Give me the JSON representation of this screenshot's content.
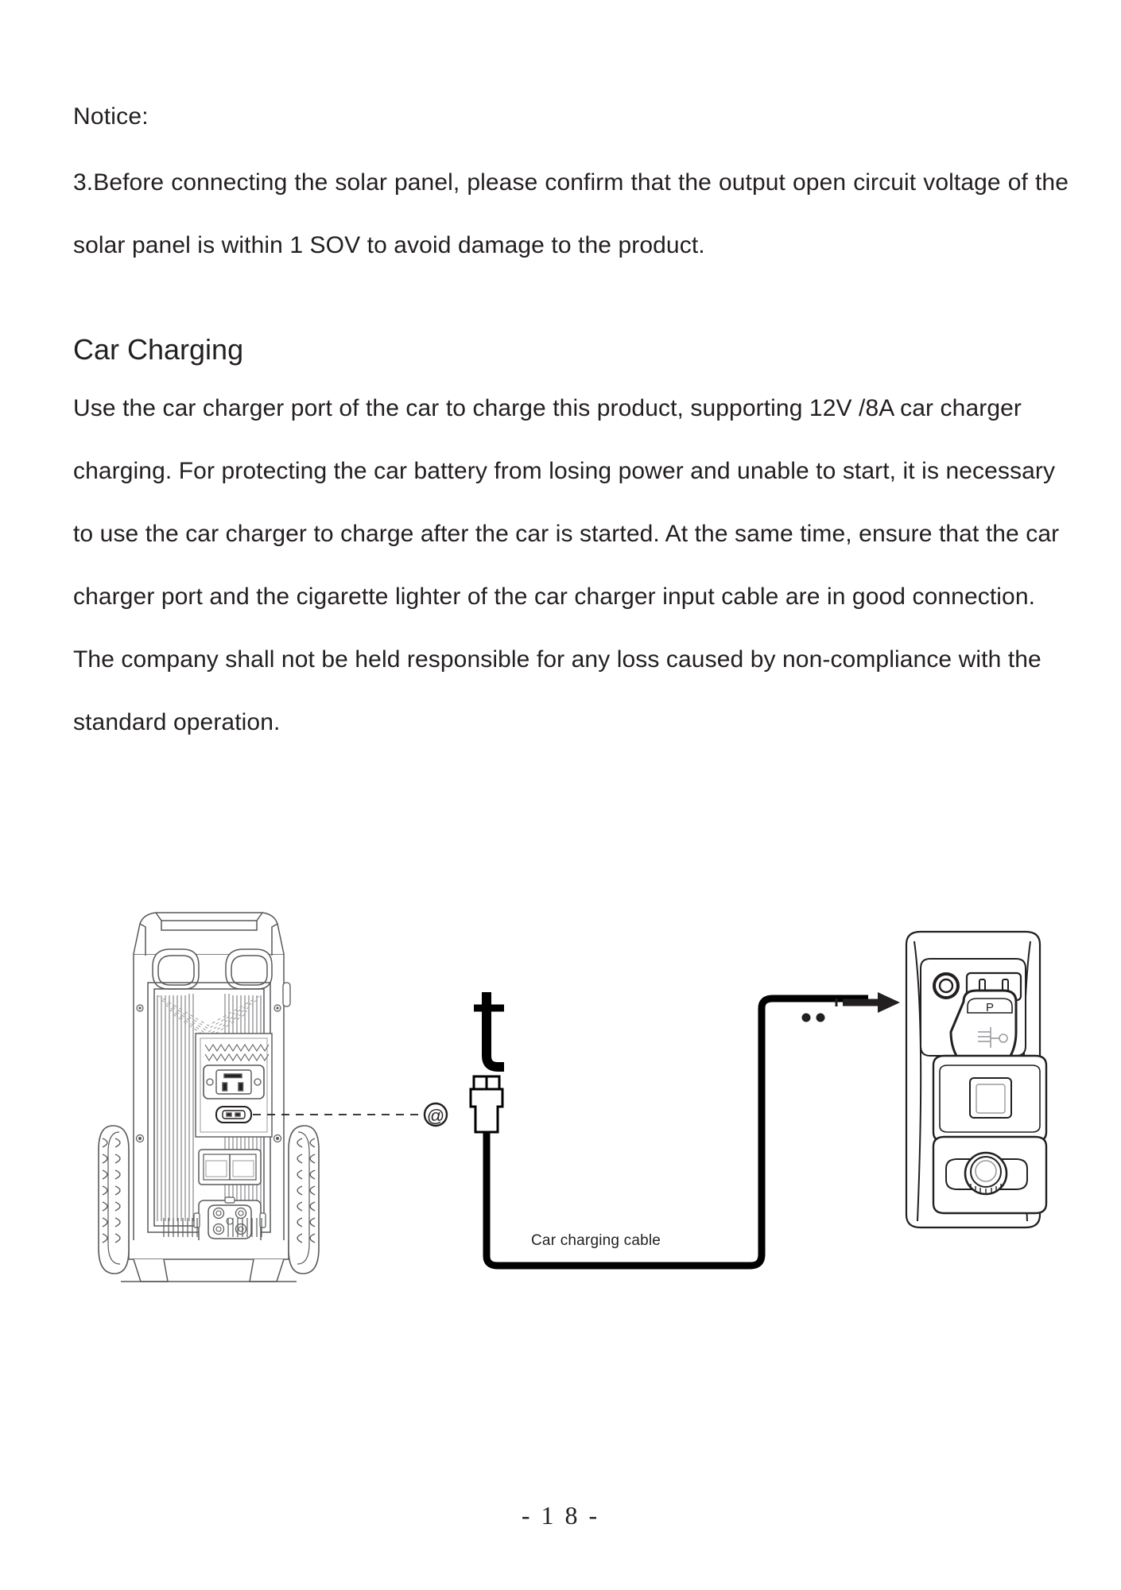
{
  "document": {
    "page_number": "-  1 8   -"
  },
  "notice": {
    "label": "Notice:",
    "item_3": "3.Before connecting the solar panel, please confirm that the output open circuit voltage of the solar panel is within 1 SOV to avoid damage to the product."
  },
  "car_charging": {
    "heading": "Car Charging",
    "body": "Use the car charger port of the car to charge this product, supporting 12V /8A car charger charging. For protecting the car battery from losing power and unable to start, it is necessary to use the car charger to charge after the car is started. At the same time, ensure that the car charger port and the cigarette lighter of the car charger input cable are in good connection. The company shall not be held responsible for any loss caused by non-compliance with the standard operation."
  },
  "diagram": {
    "cable_label": "Car charging cable",
    "port_marker": "@",
    "gear_label": "P",
    "colors": {
      "line": "#58595b",
      "line_dark": "#231f20",
      "cable": "#000000",
      "fill": "#ffffff"
    },
    "parts": {
      "power_station": "power-station-rear-view",
      "dc_input_port": "dc-input-port",
      "ac_outlet": "ac-outlet",
      "anderson_port": "anderson-connector-port",
      "xt60_port": "xt60-port",
      "wheels": "transport-wheels",
      "car_console": "car-center-console",
      "cigarette_socket": "cigarette-lighter-socket",
      "gear_shifter": "gear-shifter",
      "cup_holder": "cup-holder",
      "cable_plug": "dc-barrel-plug"
    }
  }
}
